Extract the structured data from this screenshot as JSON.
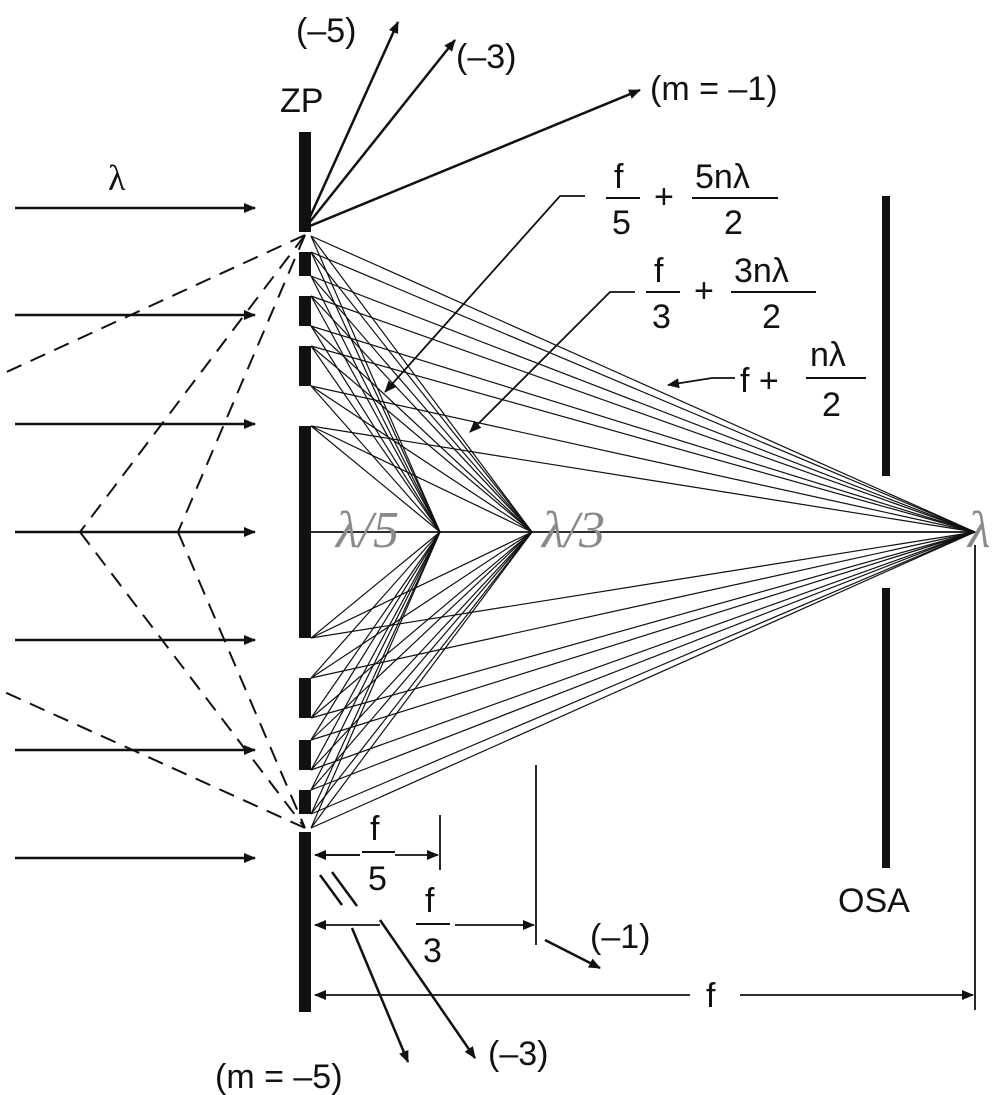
{
  "labels": {
    "zone_plate": "ZP",
    "aperture": "OSA",
    "wavelength": "λ",
    "orders_top": {
      "m5": "(–5)",
      "m3": "(–3)",
      "m1": "(m = –1)"
    },
    "orders_bottom": {
      "m5": "(m = –5)",
      "m3": "(–3)",
      "m1": "(–1)"
    },
    "path_5": {
      "num": "f",
      "den": "5",
      "plus": "+",
      "num2": "5nλ",
      "den2": "2"
    },
    "path_3": {
      "num": "f",
      "den": "3",
      "plus": "+",
      "num2": "3nλ",
      "den2": "2"
    },
    "path_1": {
      "lead": "f +",
      "num2": "nλ",
      "den2": "2"
    },
    "dim_f5": {
      "num": "f",
      "den": "5"
    },
    "dim_f3": {
      "num": "f",
      "den": "3"
    },
    "dim_f": "f",
    "focus_5": "λ/5",
    "focus_3": "λ/3",
    "focus_1": "λ"
  }
}
